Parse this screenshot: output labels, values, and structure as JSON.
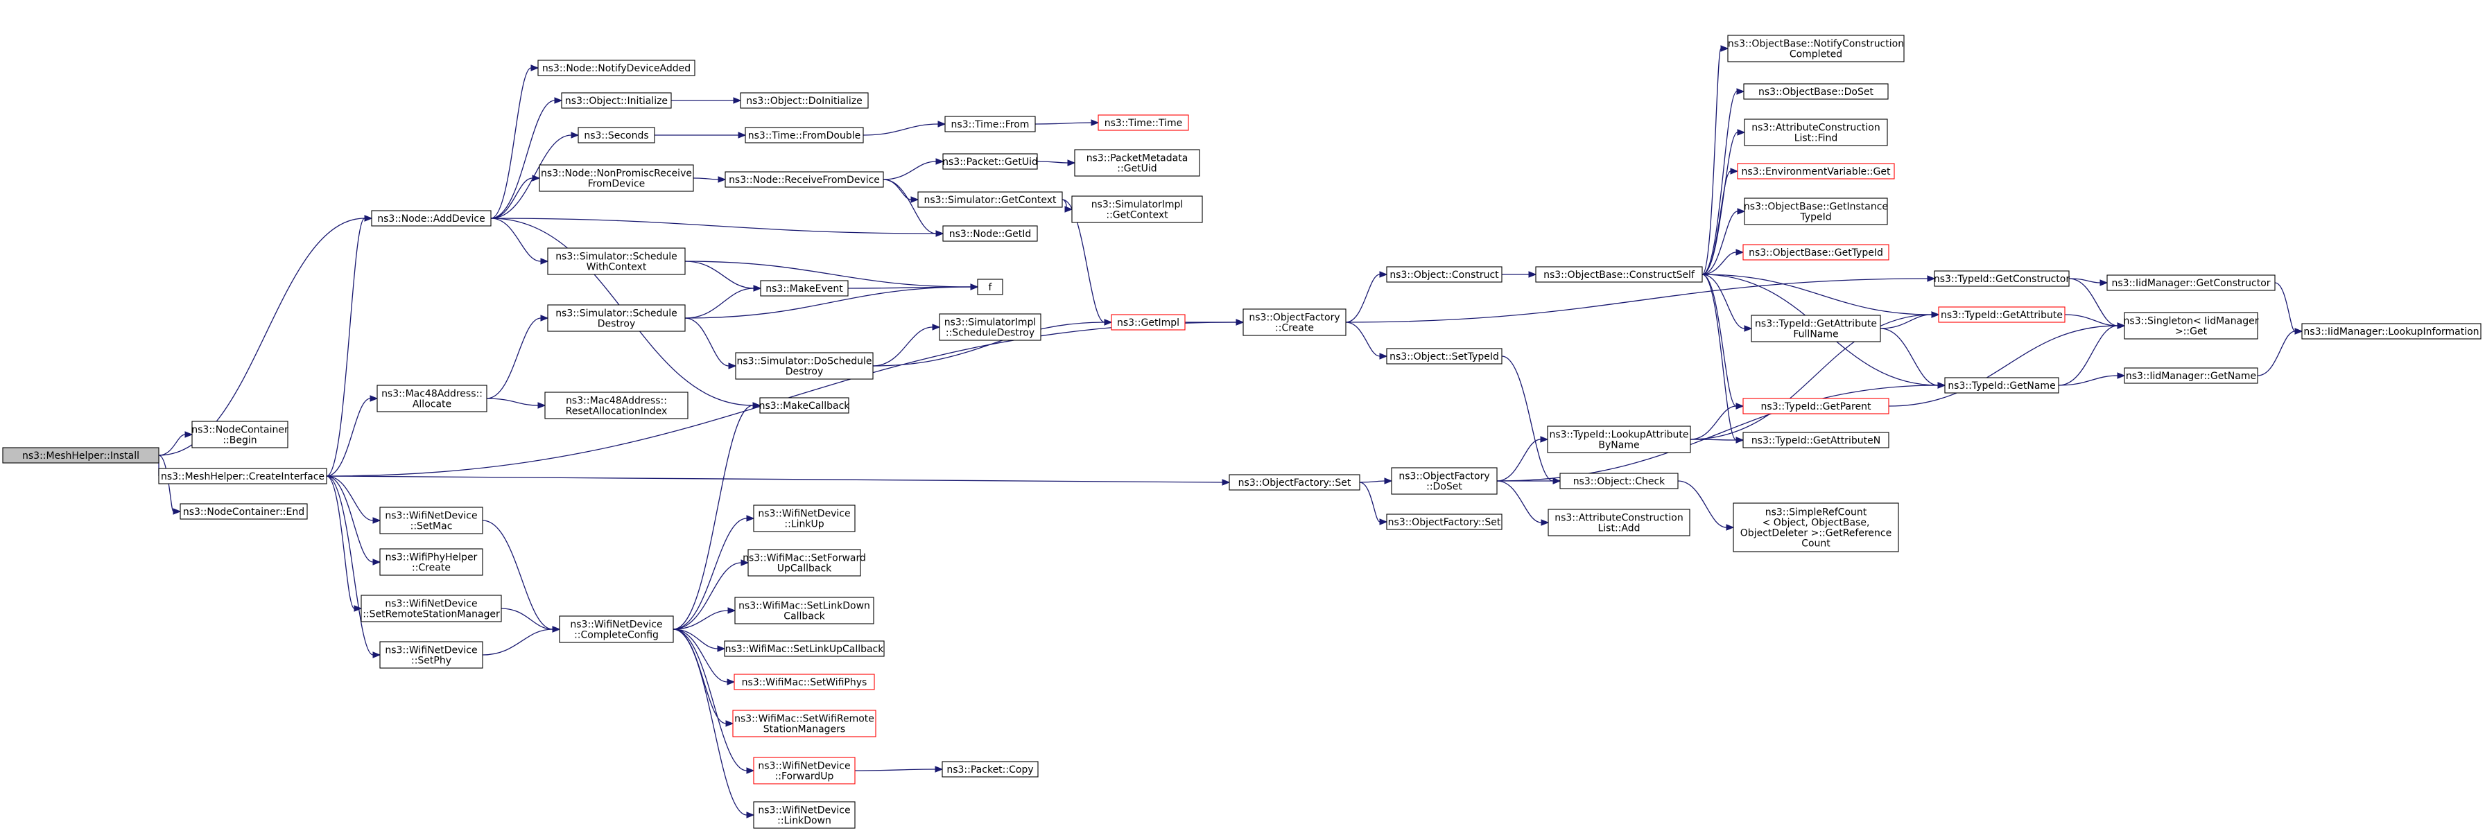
{
  "graph": {
    "title": "",
    "edge_color": "#191970",
    "missing_node_border_color": "#ff0000",
    "root_fill_color": "#bfbfbf",
    "nodes": [
      {
        "id": "root",
        "lines": [
          "ns3::MeshHelper::Install"
        ],
        "root": true
      },
      {
        "id": "nc_begin",
        "lines": [
          "ns3::NodeContainer",
          "::Begin"
        ]
      },
      {
        "id": "createif",
        "lines": [
          "ns3::MeshHelper::CreateInterface"
        ]
      },
      {
        "id": "nc_end",
        "lines": [
          "ns3::NodeContainer::End"
        ]
      },
      {
        "id": "adddevice",
        "lines": [
          "ns3::Node::AddDevice"
        ]
      },
      {
        "id": "mac_alloc",
        "lines": [
          "ns3::Mac48Address::",
          "Allocate"
        ]
      },
      {
        "id": "wnd_setmac",
        "lines": [
          "ns3::WifiNetDevice",
          "::SetMac"
        ]
      },
      {
        "id": "phy_create",
        "lines": [
          "ns3::WifiPhyHelper",
          "::Create"
        ]
      },
      {
        "id": "wnd_setrsm",
        "lines": [
          "ns3::WifiNetDevice",
          "::SetRemoteStationManager"
        ]
      },
      {
        "id": "wnd_setphy",
        "lines": [
          "ns3::WifiNetDevice",
          "::SetPhy"
        ]
      },
      {
        "id": "notify",
        "lines": [
          "ns3::Node::NotifyDeviceAdded"
        ]
      },
      {
        "id": "obj_init",
        "lines": [
          "ns3::Object::Initialize"
        ]
      },
      {
        "id": "seconds",
        "lines": [
          "ns3::Seconds"
        ]
      },
      {
        "id": "nonpromisc",
        "lines": [
          "ns3::Node::NonPromiscReceive",
          "FromDevice"
        ]
      },
      {
        "id": "sched_ctx",
        "lines": [
          "ns3::Simulator::Schedule",
          "WithContext"
        ]
      },
      {
        "id": "sched_destroy",
        "lines": [
          "ns3::Simulator::Schedule",
          "Destroy"
        ]
      },
      {
        "id": "reset_alloc",
        "lines": [
          "ns3::Mac48Address::",
          "ResetAllocationIndex"
        ]
      },
      {
        "id": "complete",
        "lines": [
          "ns3::WifiNetDevice",
          "::CompleteConfig"
        ]
      },
      {
        "id": "doinit",
        "lines": [
          "ns3::Object::DoInitialize"
        ]
      },
      {
        "id": "fromdouble",
        "lines": [
          "ns3::Time::FromDouble"
        ]
      },
      {
        "id": "recvfrom",
        "lines": [
          "ns3::Node::ReceiveFromDevice"
        ]
      },
      {
        "id": "makeevent",
        "lines": [
          "ns3::MakeEvent"
        ]
      },
      {
        "id": "dosched_destroy",
        "lines": [
          "ns3::Simulator::DoSchedule",
          "Destroy"
        ]
      },
      {
        "id": "makecb",
        "lines": [
          "ns3::MakeCallback"
        ]
      },
      {
        "id": "wnd_linkup",
        "lines": [
          "ns3::WifiNetDevice",
          "::LinkUp"
        ]
      },
      {
        "id": "mac_setfwd",
        "lines": [
          "ns3::WifiMac::SetForward",
          "UpCallback"
        ]
      },
      {
        "id": "mac_setlinkdown",
        "lines": [
          "ns3::WifiMac::SetLinkDown",
          "Callback"
        ]
      },
      {
        "id": "mac_setlinkup",
        "lines": [
          "ns3::WifiMac::SetLinkUpCallback"
        ]
      },
      {
        "id": "mac_setphys",
        "lines": [
          "ns3::WifiMac::SetWifiPhys"
        ],
        "missing": true
      },
      {
        "id": "mac_setrsms",
        "lines": [
          "ns3::WifiMac::SetWifiRemote",
          "StationManagers"
        ],
        "missing": true
      },
      {
        "id": "wnd_fwdup",
        "lines": [
          "ns3::WifiNetDevice",
          "::ForwardUp"
        ],
        "missing": true
      },
      {
        "id": "wnd_linkdown",
        "lines": [
          "ns3::WifiNetDevice",
          "::LinkDown"
        ]
      },
      {
        "id": "time_from",
        "lines": [
          "ns3::Time::From"
        ]
      },
      {
        "id": "pkt_getuid",
        "lines": [
          "ns3::Packet::GetUid"
        ]
      },
      {
        "id": "sim_getctx",
        "lines": [
          "ns3::Simulator::GetContext"
        ]
      },
      {
        "id": "node_getid",
        "lines": [
          "ns3::Node::GetId"
        ]
      },
      {
        "id": "f",
        "lines": [
          "f"
        ]
      },
      {
        "id": "simimpl_sd",
        "lines": [
          "ns3::SimulatorImpl",
          "::ScheduleDestroy"
        ]
      },
      {
        "id": "getimpl",
        "lines": [
          "ns3::GetImpl"
        ],
        "missing": true
      },
      {
        "id": "pkt_copy",
        "lines": [
          "ns3::Packet::Copy"
        ]
      },
      {
        "id": "time_time",
        "lines": [
          "ns3::Time::Time"
        ],
        "missing": true
      },
      {
        "id": "pktmeta_getuid",
        "lines": [
          "ns3::PacketMetadata",
          "::GetUid"
        ]
      },
      {
        "id": "simimpl_getctx",
        "lines": [
          "ns3::SimulatorImpl",
          "::GetContext"
        ]
      },
      {
        "id": "of_create",
        "lines": [
          "ns3::ObjectFactory",
          "::Create"
        ]
      },
      {
        "id": "of_set",
        "lines": [
          "ns3::ObjectFactory::Set"
        ]
      },
      {
        "id": "obj_construct",
        "lines": [
          "ns3::Object::Construct"
        ]
      },
      {
        "id": "obj_settypeid",
        "lines": [
          "ns3::Object::SetTypeId"
        ]
      },
      {
        "id": "of_doset",
        "lines": [
          "ns3::ObjectFactory",
          "::DoSet"
        ]
      },
      {
        "id": "of_set2",
        "lines": [
          "ns3::ObjectFactory::Set"
        ]
      },
      {
        "id": "ob_construct_self",
        "lines": [
          "ns3::ObjectBase::ConstructSelf"
        ]
      },
      {
        "id": "tid_lookupattr",
        "lines": [
          "ns3::TypeId::LookupAttribute",
          "ByName"
        ]
      },
      {
        "id": "obj_check",
        "lines": [
          "ns3::Object::Check"
        ]
      },
      {
        "id": "acl_add",
        "lines": [
          "ns3::AttributeConstruction",
          "List::Add"
        ]
      },
      {
        "id": "ob_notify",
        "lines": [
          "ns3::ObjectBase::NotifyConstruction",
          "Completed"
        ]
      },
      {
        "id": "ob_doset",
        "lines": [
          "ns3::ObjectBase::DoSet"
        ]
      },
      {
        "id": "acl_find",
        "lines": [
          "ns3::AttributeConstruction",
          "List::Find"
        ]
      },
      {
        "id": "envvar_get",
        "lines": [
          "ns3::EnvironmentVariable::Get"
        ],
        "missing": true
      },
      {
        "id": "ob_getinst",
        "lines": [
          "ns3::ObjectBase::GetInstance",
          "TypeId"
        ]
      },
      {
        "id": "ob_gettypeid",
        "lines": [
          "ns3::ObjectBase::GetTypeId"
        ],
        "missing": true
      },
      {
        "id": "tid_getattrfull",
        "lines": [
          "ns3::TypeId::GetAttribute",
          "FullName"
        ]
      },
      {
        "id": "tid_getparent",
        "lines": [
          "ns3::TypeId::GetParent"
        ],
        "missing": true
      },
      {
        "id": "tid_getattrn",
        "lines": [
          "ns3::TypeId::GetAttributeN"
        ]
      },
      {
        "id": "srefcount",
        "lines": [
          "ns3::SimpleRefCount",
          "< Object, ObjectBase,",
          "ObjectDeleter >::GetReference",
          "Count"
        ]
      },
      {
        "id": "tid_getctor",
        "lines": [
          "ns3::TypeId::GetConstructor"
        ]
      },
      {
        "id": "tid_getattr",
        "lines": [
          "ns3::TypeId::GetAttribute"
        ],
        "missing": true
      },
      {
        "id": "tid_getname",
        "lines": [
          "ns3::TypeId::GetName"
        ]
      },
      {
        "id": "iid_getctor",
        "lines": [
          "ns3::IidManager::GetConstructor"
        ]
      },
      {
        "id": "singleton_get",
        "lines": [
          "ns3::Singleton< IidManager",
          " >::Get"
        ]
      },
      {
        "id": "iid_getname",
        "lines": [
          "ns3::IidManager::GetName"
        ]
      },
      {
        "id": "iid_lookupinfo",
        "lines": [
          "ns3::IidManager::LookupInformation"
        ]
      }
    ],
    "edges": [
      [
        "root",
        "adddevice"
      ],
      [
        "root",
        "nc_begin"
      ],
      [
        "root",
        "createif"
      ],
      [
        "root",
        "nc_end"
      ],
      [
        "createif",
        "adddevice"
      ],
      [
        "createif",
        "mac_alloc"
      ],
      [
        "createif",
        "wnd_setmac"
      ],
      [
        "createif",
        "phy_create"
      ],
      [
        "createif",
        "wnd_setrsm"
      ],
      [
        "createif",
        "wnd_setphy"
      ],
      [
        "createif",
        "of_create"
      ],
      [
        "createif",
        "of_set"
      ],
      [
        "adddevice",
        "notify"
      ],
      [
        "adddevice",
        "obj_init"
      ],
      [
        "adddevice",
        "seconds"
      ],
      [
        "adddevice",
        "nonpromisc"
      ],
      [
        "adddevice",
        "node_getid"
      ],
      [
        "adddevice",
        "sched_ctx"
      ],
      [
        "adddevice",
        "makecb"
      ],
      [
        "obj_init",
        "doinit"
      ],
      [
        "seconds",
        "fromdouble"
      ],
      [
        "fromdouble",
        "time_from"
      ],
      [
        "time_from",
        "time_time"
      ],
      [
        "nonpromisc",
        "recvfrom"
      ],
      [
        "recvfrom",
        "pkt_getuid"
      ],
      [
        "recvfrom",
        "sim_getctx"
      ],
      [
        "recvfrom",
        "node_getid"
      ],
      [
        "pkt_getuid",
        "pktmeta_getuid"
      ],
      [
        "sim_getctx",
        "simimpl_getctx"
      ],
      [
        "sim_getctx",
        "getimpl"
      ],
      [
        "sched_ctx",
        "makeevent"
      ],
      [
        "sched_ctx",
        "f"
      ],
      [
        "makeevent",
        "f"
      ],
      [
        "sched_destroy",
        "makeevent"
      ],
      [
        "sched_destroy",
        "f"
      ],
      [
        "sched_destroy",
        "dosched_destroy"
      ],
      [
        "dosched_destroy",
        "simimpl_sd"
      ],
      [
        "dosched_destroy",
        "getimpl"
      ],
      [
        "mac_alloc",
        "sched_destroy"
      ],
      [
        "mac_alloc",
        "reset_alloc"
      ],
      [
        "wnd_setmac",
        "complete"
      ],
      [
        "wnd_setrsm",
        "complete"
      ],
      [
        "wnd_setphy",
        "complete"
      ],
      [
        "complete",
        "makecb"
      ],
      [
        "complete",
        "wnd_linkup"
      ],
      [
        "complete",
        "mac_setfwd"
      ],
      [
        "complete",
        "mac_setlinkdown"
      ],
      [
        "complete",
        "mac_setlinkup"
      ],
      [
        "complete",
        "mac_setphys"
      ],
      [
        "complete",
        "mac_setrsms"
      ],
      [
        "complete",
        "wnd_fwdup"
      ],
      [
        "complete",
        "wnd_linkdown"
      ],
      [
        "wnd_fwdup",
        "pkt_copy"
      ],
      [
        "getimpl",
        "of_create"
      ],
      [
        "of_create",
        "tid_getctor"
      ],
      [
        "of_create",
        "obj_construct"
      ],
      [
        "of_create",
        "obj_settypeid"
      ],
      [
        "obj_construct",
        "ob_construct_self"
      ],
      [
        "obj_settypeid",
        "obj_check"
      ],
      [
        "of_set",
        "of_doset"
      ],
      [
        "of_set",
        "of_set2"
      ],
      [
        "of_doset",
        "tid_lookupattr"
      ],
      [
        "of_doset",
        "obj_check"
      ],
      [
        "of_doset",
        "acl_add"
      ],
      [
        "of_doset",
        "tid_getname"
      ],
      [
        "obj_check",
        "srefcount"
      ],
      [
        "ob_construct_self",
        "ob_notify"
      ],
      [
        "ob_construct_self",
        "ob_doset"
      ],
      [
        "ob_construct_self",
        "acl_find"
      ],
      [
        "ob_construct_self",
        "envvar_get"
      ],
      [
        "ob_construct_self",
        "ob_getinst"
      ],
      [
        "ob_construct_self",
        "ob_gettypeid"
      ],
      [
        "ob_construct_self",
        "tid_getattrfull"
      ],
      [
        "ob_construct_self",
        "tid_getattr"
      ],
      [
        "ob_construct_self",
        "tid_getparent"
      ],
      [
        "ob_construct_self",
        "tid_getattrn"
      ],
      [
        "ob_construct_self",
        "tid_getname"
      ],
      [
        "tid_lookupattr",
        "tid_getparent"
      ],
      [
        "tid_lookupattr",
        "tid_getattrn"
      ],
      [
        "tid_lookupattr",
        "tid_getattr"
      ],
      [
        "tid_getattrfull",
        "tid_getattr"
      ],
      [
        "tid_getattrfull",
        "tid_getname"
      ],
      [
        "tid_getparent",
        "singleton_get"
      ],
      [
        "tid_getctor",
        "iid_getctor"
      ],
      [
        "tid_getctor",
        "singleton_get"
      ],
      [
        "tid_getattr",
        "singleton_get"
      ],
      [
        "tid_getname",
        "singleton_get"
      ],
      [
        "tid_getname",
        "iid_getname"
      ],
      [
        "iid_getctor",
        "iid_lookupinfo"
      ],
      [
        "iid_getname",
        "iid_lookupinfo"
      ]
    ]
  }
}
